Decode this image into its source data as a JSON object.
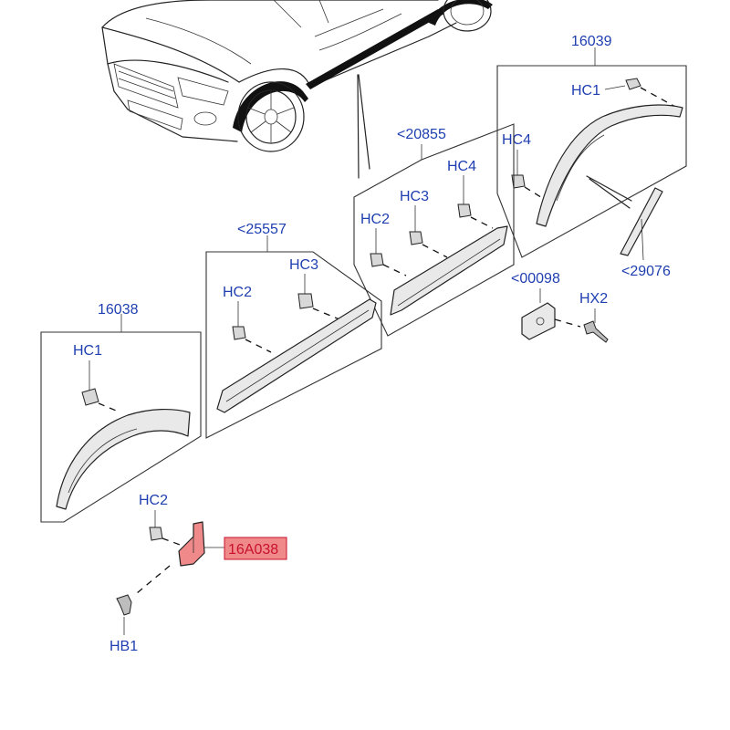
{
  "callouts": {
    "box_16039": "16039",
    "box_20855": "<20855",
    "box_25557": "<25557",
    "box_16038": "16038",
    "part_29076": "<29076",
    "part_00098": "<00098",
    "part_16A038": "16A038",
    "hc1_a": "HC1",
    "hc1_b": "HC1",
    "hc4_a": "HC4",
    "hc4_b": "HC4",
    "hc3_a": "HC3",
    "hc3_b": "HC3",
    "hc2_a": "HC2",
    "hc2_b": "HC2",
    "hc2_c": "HC2",
    "hx2": "HX2",
    "hb1": "HB1"
  },
  "colors": {
    "label_blue": "#1f3fb0",
    "highlight_fill": "#f08a8a",
    "highlight_text": "#c8102e"
  }
}
